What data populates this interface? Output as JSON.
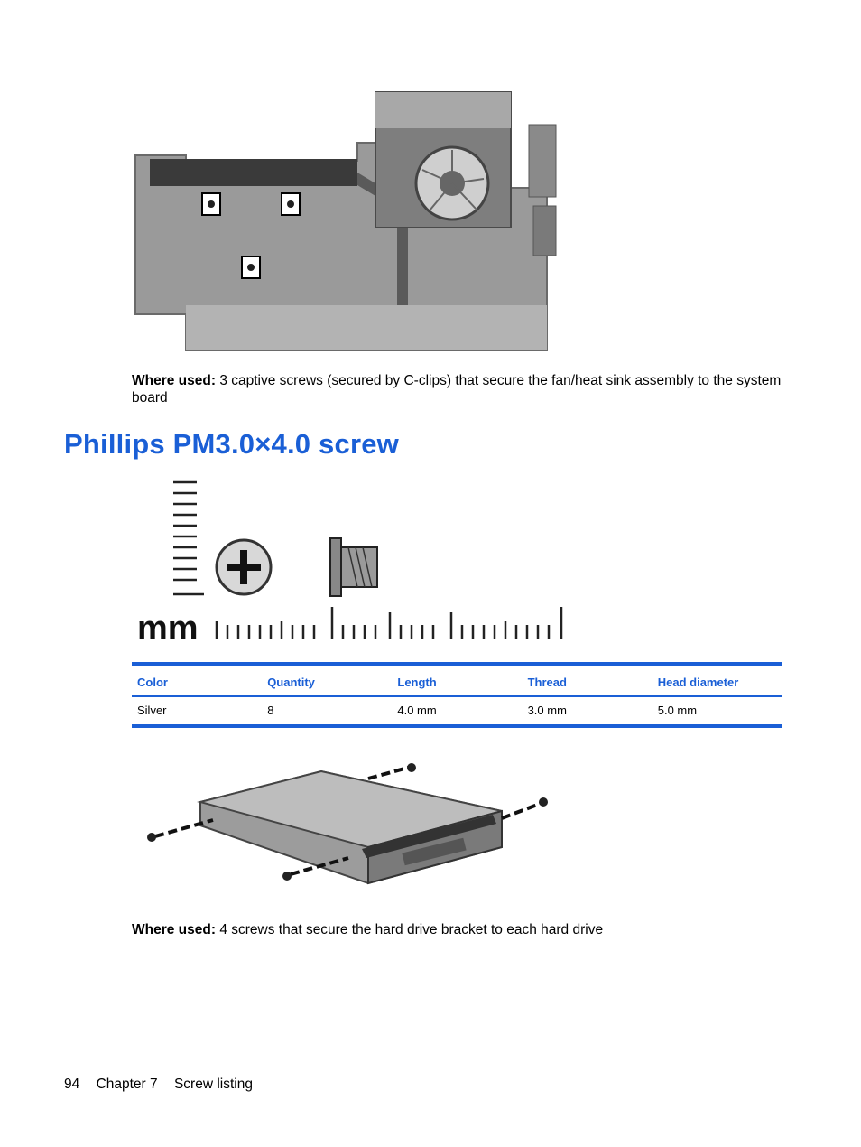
{
  "top_caption": {
    "label": "Where used:",
    "text": " 3 captive screws (secured by C-clips) that secure the fan/heat sink assembly to the system board"
  },
  "section_heading": "Phillips PM3.0×4.0 screw",
  "ruler_label": "mm",
  "spec_table": {
    "headers": [
      "Color",
      "Quantity",
      "Length",
      "Thread",
      "Head diameter"
    ],
    "rows": [
      [
        "Silver",
        "8",
        "4.0 mm",
        "3.0 mm",
        "5.0 mm"
      ]
    ]
  },
  "bottom_caption": {
    "label": "Where used:",
    "text": " 4 screws that secure the hard drive bracket to each hard drive"
  },
  "footer": {
    "page_number": "94",
    "chapter": "Chapter 7",
    "chapter_title": "Screw listing"
  },
  "colors": {
    "accent": "#1a5fd6"
  }
}
